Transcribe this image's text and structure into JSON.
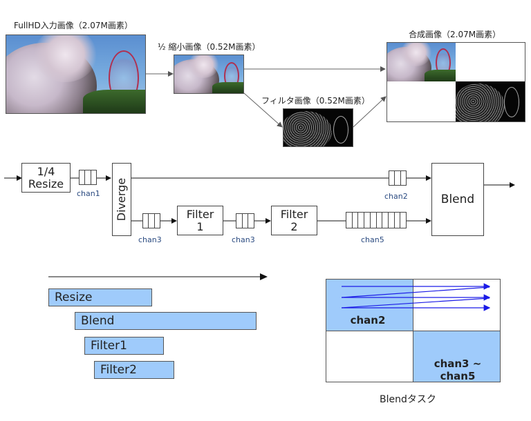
{
  "images": {
    "input_label": "FullHD入力画像（2.07M画素）",
    "resized_label": "½ 縮小画像（0.52M画素）",
    "filtered_label": "フィルタ画像（0.52M画素）",
    "composite_label": "合成画像（2.07M画素）"
  },
  "pipeline": {
    "resize_box": "1/4\nResize",
    "resize_line1": "1/4",
    "resize_line2": "Resize",
    "diverge_box": "Diverge",
    "filter1_line1": "Filter",
    "filter1_line2": "1",
    "filter2_line1": "Filter",
    "filter2_line2": "2",
    "blend_box": "Blend",
    "channels": {
      "chan1": "chan1",
      "chan2": "chan2",
      "chan3a": "chan3",
      "chan3b": "chan3",
      "chan5": "chan5"
    },
    "queue_slots": {
      "chan1": 3,
      "chan2": 3,
      "chan3a": 3,
      "chan3b": 3,
      "chan5": 10
    }
  },
  "timeline": {
    "tasks": [
      {
        "label": "Resize"
      },
      {
        "label": "Blend"
      },
      {
        "label": "Filter1"
      },
      {
        "label": "Filter2"
      }
    ]
  },
  "blend_task": {
    "cell_top_left": "chan2",
    "cell_bottom_right_line1": "chan3 ~",
    "cell_bottom_right_line2": "chan5",
    "caption": "Blendタスク",
    "highlight_color": "#9fcbfb",
    "arrow_color": "#1a1ae6"
  }
}
